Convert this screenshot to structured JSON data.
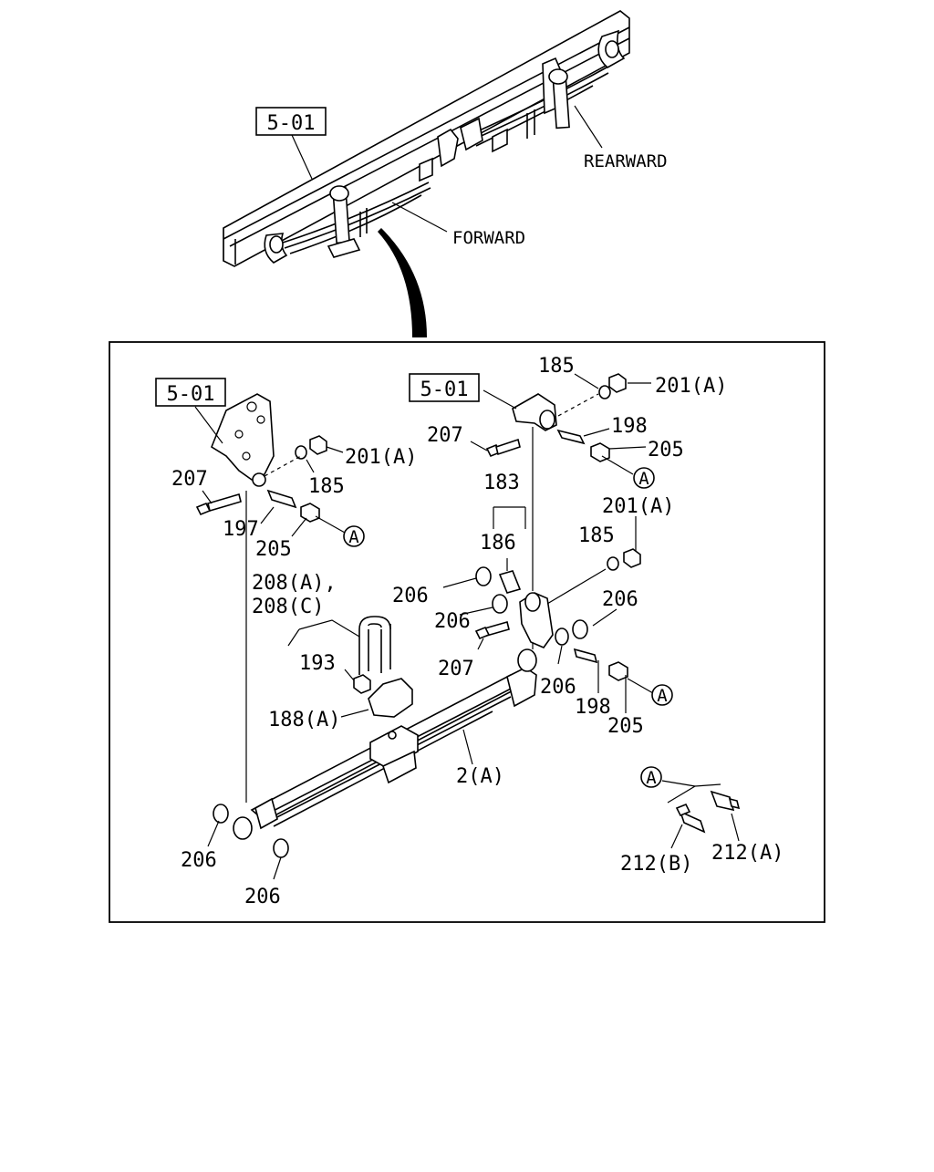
{
  "overview": {
    "ref_box": "5-01",
    "rearward_label": "REARWARD",
    "forward_label": "FORWARD"
  },
  "detail": {
    "ref_box_left": "5-01",
    "ref_box_right": "5-01",
    "marker": "A",
    "callouts": {
      "c185_top": "185",
      "c201a_top": "201(A)",
      "c198_top": "198",
      "c207_top": "207",
      "c205_top": "205",
      "c183": "183",
      "c201a_mid": "201(A)",
      "c185_mid": "185",
      "c186": "186",
      "c206_a": "206",
      "c206_b": "206",
      "c206_c": "206",
      "c206_d": "206",
      "c207_mid": "207",
      "c198_mid": "198",
      "c205_mid": "205",
      "c207_left": "207",
      "c201a_left": "201(A)",
      "c185_left": "185",
      "c197": "197",
      "c205_left": "205",
      "c208": "208(A),",
      "c208c": "208(C)",
      "c193": "193",
      "c188a": "188(A)",
      "c2a": "2(A)",
      "c206_e": "206",
      "c206_f": "206",
      "c212b": "212(B)",
      "c212a": "212(A)"
    }
  }
}
